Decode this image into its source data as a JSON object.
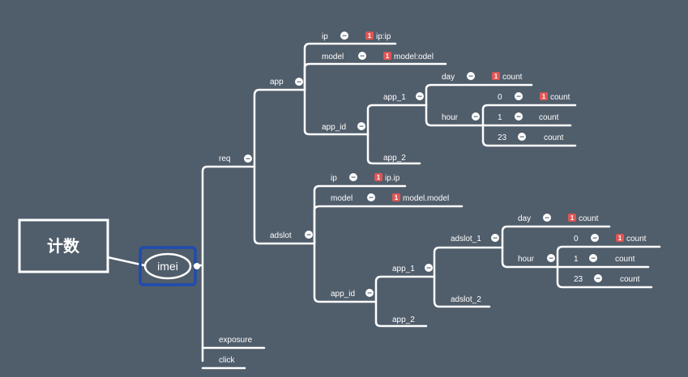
{
  "root": "计数",
  "central": "imei",
  "colors": {
    "background": "#505d6b",
    "line": "#ffffff",
    "selection": "#1e4bb0",
    "badge": "#e05555"
  },
  "icons": {
    "collapse": "minus-circle-icon",
    "priority": "priority-1-badge"
  },
  "nodes": {
    "req": "req",
    "app": "app",
    "app_ip": "ip",
    "app_ip_note": "ip:ip",
    "app_model": "model",
    "app_model_note": "model:odel",
    "app_app_id": "app_id",
    "app_app_1": "app_1",
    "app_day": "day",
    "app_day_note": "count",
    "app_hour": "hour",
    "app_h0": "0",
    "app_h0_note": "count",
    "app_h1": "1",
    "app_h1_note": "count",
    "app_h23": "23",
    "app_h23_note": "count",
    "app_app_2": "app_2",
    "adslot": "adslot",
    "ad_ip": "ip",
    "ad_ip_note": "ip.ip",
    "ad_model": "model",
    "ad_model_note": "model.model",
    "ad_app_id": "app_id",
    "ad_app_1": "app_1",
    "ad_adslot_1": "adslot_1",
    "ad_day": "day",
    "ad_day_note": "count",
    "ad_hour": "hour",
    "ad_h0": "0",
    "ad_h0_note": "count",
    "ad_h1": "1",
    "ad_h1_note": "count",
    "ad_h23": "23",
    "ad_h23_note": "count",
    "ad_adslot_2": "adslot_2",
    "ad_app_2": "app_2",
    "exposure": "exposure",
    "click": "click"
  },
  "badge_value": "1"
}
